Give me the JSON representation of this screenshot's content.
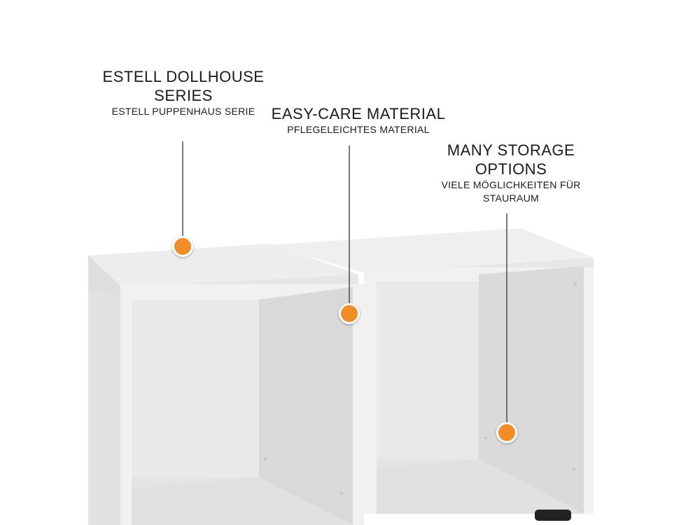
{
  "callouts": [
    {
      "title": "ESTELL DOLLHOUSE SERIES",
      "subtitle": "ESTELL PUPPENHAUS SERIE"
    },
    {
      "title": "EASY-CARE MATERIAL",
      "subtitle": "PFLEGELEICHTES MATERIAL"
    },
    {
      "title": "MANY STORAGE OPTIONS",
      "subtitle": "VIELE MÖGLICHKEITEN FÜR STAURAUM"
    }
  ],
  "colors": {
    "background": "#ffffff",
    "shelf_light": "#eeeeee",
    "shelf_inner": "#e3e3e3",
    "shelf_shade": "#d6d6d6",
    "marker": "#f28c28",
    "marker_ring": "#ffffff",
    "leader_line": "#333333",
    "foot": "#222222"
  }
}
